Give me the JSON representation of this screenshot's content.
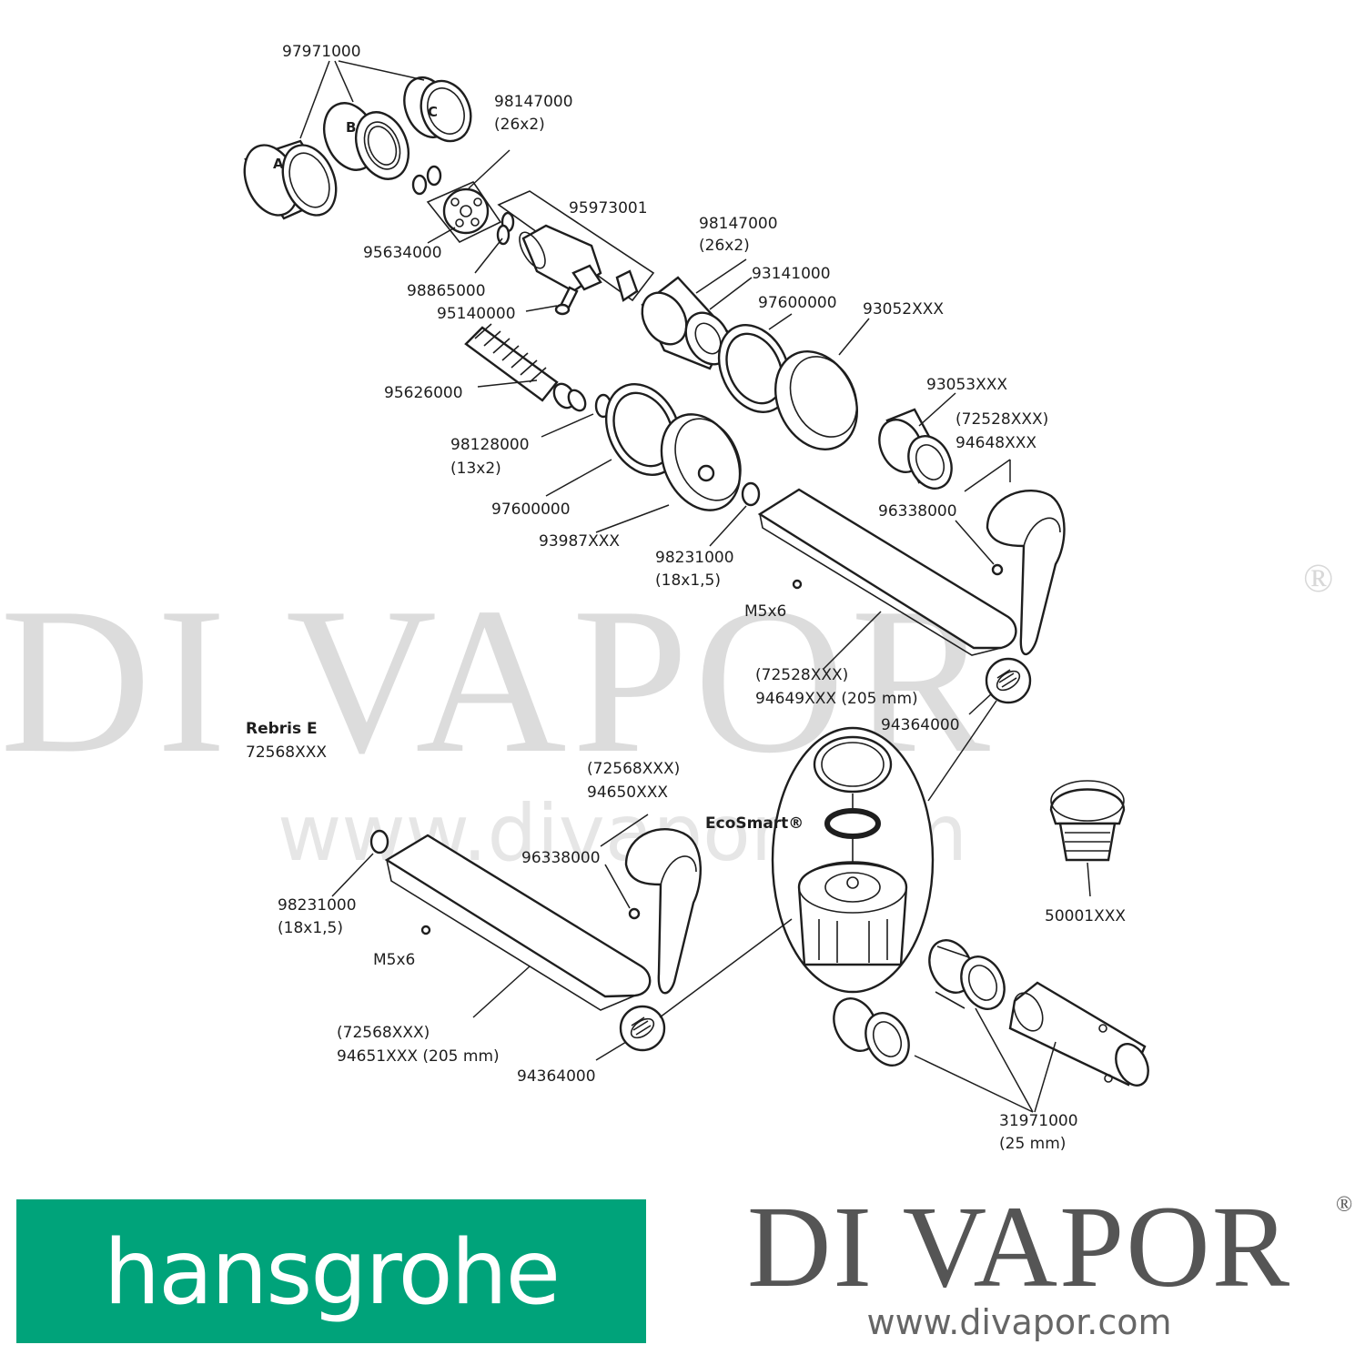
{
  "watermark": {
    "name": "DI VAPOR",
    "registered": "®",
    "url": "www.divapor.com"
  },
  "product": {
    "name": "Rebris E",
    "code": "72568XXX"
  },
  "letters": {
    "a": "A",
    "b": "B",
    "c": "C"
  },
  "labels": {
    "l_97971000": "97971000",
    "l_98147000_top": "98147000",
    "l_26x2_top": "(26x2)",
    "l_95973001": "95973001",
    "l_95634000": "95634000",
    "l_98865000": "98865000",
    "l_95140000": "95140000",
    "l_98147000_mid": "98147000",
    "l_26x2_mid": "(26x2)",
    "l_93141000": "93141000",
    "l_97600000_upper": "97600000",
    "l_93052XXX": "93052XXX",
    "l_95626000": "95626000",
    "l_93053XXX": "93053XXX",
    "l_72528XXX_handle": "(72528XXX)",
    "l_94648XXX": "94648XXX",
    "l_98128000": "98128000",
    "l_13x2": "(13x2)",
    "l_96338000_upper": "96338000",
    "l_97600000_lower": "97600000",
    "l_93987XXX": "93987XXX",
    "l_98231000_upper": "98231000",
    "l_18x15_upper": "(18x1,5)",
    "l_M5x6_upper": "M5x6",
    "l_72528XXX_spout": "(72528XXX)",
    "l_94649XXX": "94649XXX (205 mm)",
    "l_94364000_upper": "94364000",
    "l_72568XXX_handle": "(72568XXX)",
    "l_94650XXX": "94650XXX",
    "l_ecosmart": "EcoSmart®",
    "l_96338000_lower": "96338000",
    "l_50001XXX": "50001XXX",
    "l_98231000_lower": "98231000",
    "l_18x15_lower": "(18x1,5)",
    "l_M5x6_lower": "M5x6",
    "l_72568XXX_spout": "(72568XXX)",
    "l_94651XXX": "94651XXX (205 mm)",
    "l_94364000_lower": "94364000",
    "l_31971000": "31971000",
    "l_25mm": "(25 mm)"
  },
  "logos": {
    "hansgrohe": "hansgrohe",
    "hansgrohe_color": "#00a37a",
    "divapor_name": "DI VAPOR",
    "divapor_registered": "®",
    "divapor_url": "www.divapor.com"
  }
}
